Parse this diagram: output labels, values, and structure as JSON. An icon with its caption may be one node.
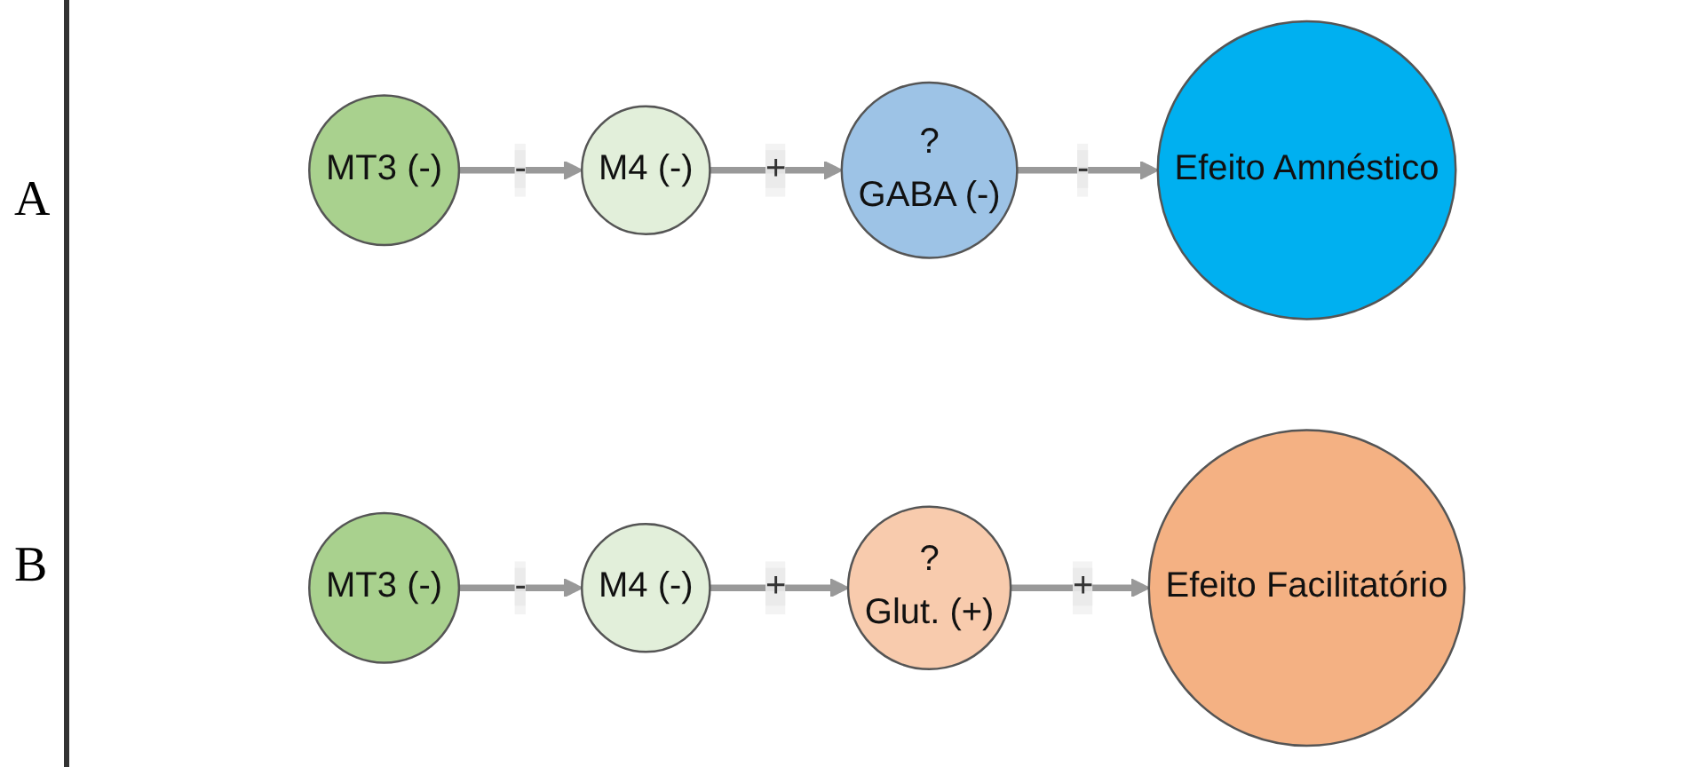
{
  "diagram": {
    "nodes": [
      {
        "text": [
          "MT3 (-)"
        ]
      },
      {
        "text": [
          "Efeito Amnéstico"
        ]
      },
      {
        "text": [
          "M4 (-)"
        ]
      },
      {
        "text": [
          "?",
          "GABA (-)"
        ]
      },
      {
        "text": [
          "MT3 (-)"
        ]
      },
      {
        "text": [
          "Efeito Facilitatório"
        ]
      },
      {
        "text": [
          "M4 (-)"
        ]
      },
      {
        "text": [
          "?",
          "Glut. (+)"
        ]
      }
    ],
    "edges": [
      {
        "from": 0,
        "to": 2,
        "arrow": "to",
        "label": "-"
      },
      {
        "from": 2,
        "to": 3,
        "arrow": "to",
        "label": "+"
      },
      {
        "from": 3,
        "to": 1,
        "arrow": "to",
        "label": "-"
      },
      {
        "from": 4,
        "to": 6,
        "arrow": "to",
        "label": "-"
      },
      {
        "from": 6,
        "to": 7,
        "arrow": "to",
        "label": "+"
      },
      {
        "from": 7,
        "to": 5,
        "arrow": "to",
        "label": "+"
      }
    ],
    "labels": [
      "A",
      "B"
    ]
  }
}
